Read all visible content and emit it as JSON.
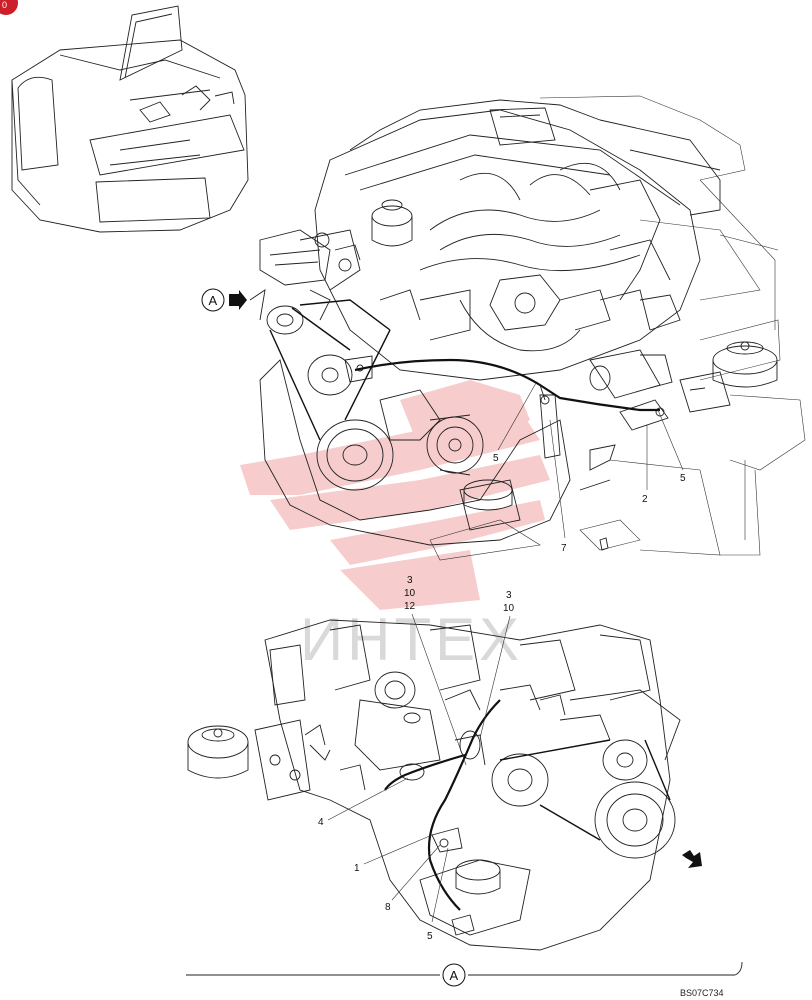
{
  "figure_code": "BS07C734",
  "view_marker": "A",
  "watermark": "ИНТЕХ",
  "colors": {
    "watermark_logo": "#f2a3a3",
    "badge": "#cc1f2a",
    "line": "#222222"
  },
  "callouts": {
    "top": {
      "c5a": "5",
      "c5b": "5",
      "c2": "2",
      "c7": "7"
    },
    "bottom": {
      "stack1": [
        "3",
        "10",
        "12"
      ],
      "stack2": [
        "3",
        "10"
      ],
      "c4": "4",
      "c1": "1",
      "c8": "8",
      "c5": "5"
    }
  }
}
